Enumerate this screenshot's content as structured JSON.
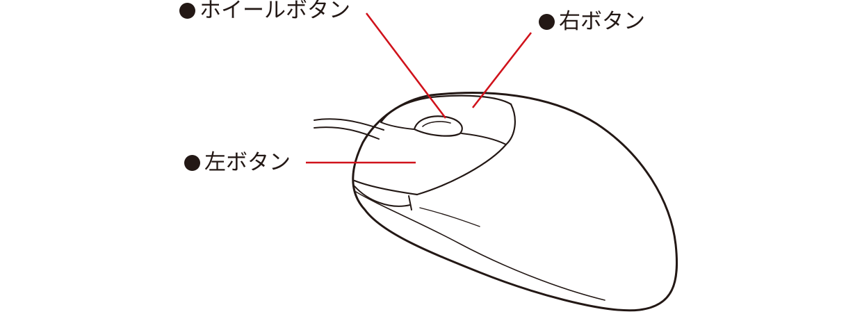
{
  "callouts": {
    "wheel_button": "ホイールボタン",
    "right_button": "右ボタン",
    "left_button": "左ボタン"
  },
  "colors": {
    "leader_line": "#d0121b",
    "outline": "#231815",
    "text": "#231815",
    "background": "#ffffff"
  },
  "icons": {
    "bullet": "black-circle"
  }
}
